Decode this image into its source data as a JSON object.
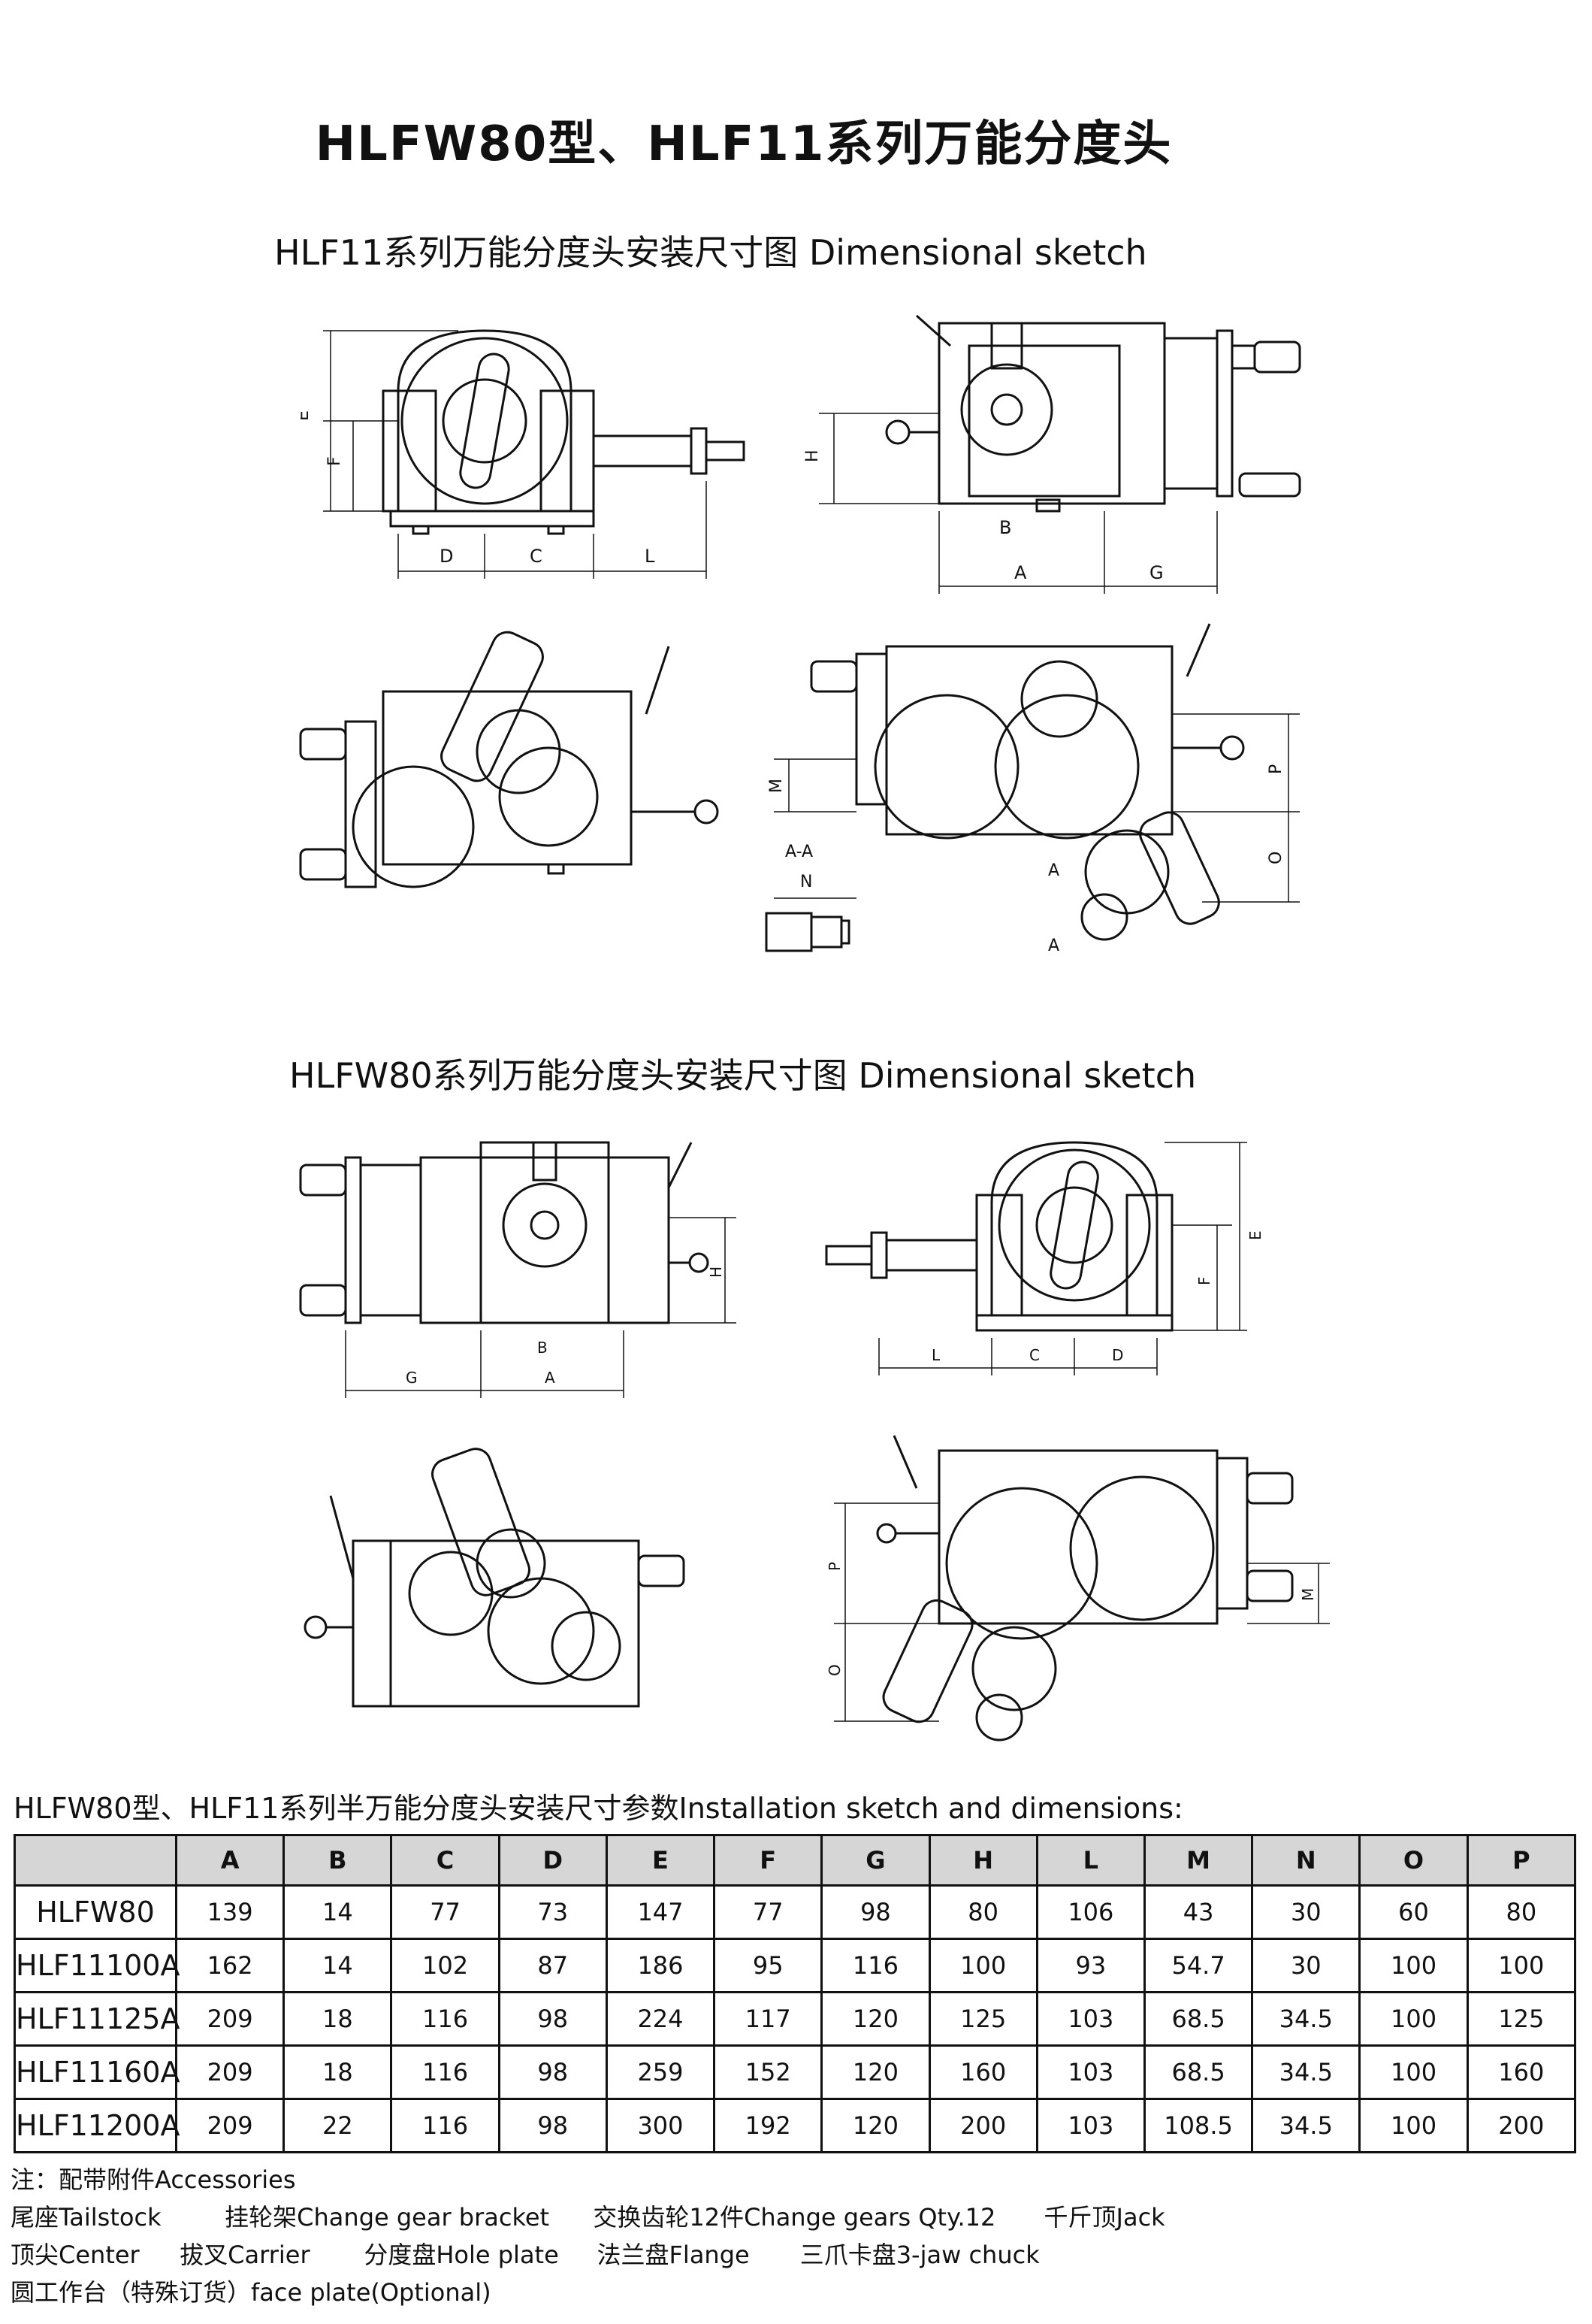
{
  "doc": {
    "title": "HLFW80型、HLF11系列万能分度头",
    "section1_title": "HLF11系列万能分度头安装尺寸图 Dimensional sketch",
    "section2_title": "HLFW80系列万能分度头安装尺寸图 Dimensional sketch",
    "table_title": "HLFW80型、HLF11系列半万能分度头安装尺寸参数Installation sketch and dimensions:"
  },
  "drawing_labels": {
    "A": "A",
    "B": "B",
    "C": "C",
    "D": "D",
    "E": "E",
    "F": "F",
    "G": "G",
    "H": "H",
    "L": "L",
    "M": "M",
    "N": "N",
    "O": "O",
    "P": "P",
    "section": "A-A"
  },
  "table": {
    "headers": [
      "",
      "A",
      "B",
      "C",
      "D",
      "E",
      "F",
      "G",
      "H",
      "L",
      "M",
      "N",
      "O",
      "P"
    ],
    "rows": [
      [
        "HLFW80",
        "139",
        "14",
        "77",
        "73",
        "147",
        "77",
        "98",
        "80",
        "106",
        "43",
        "30",
        "60",
        "80"
      ],
      [
        "HLF11100A",
        "162",
        "14",
        "102",
        "87",
        "186",
        "95",
        "116",
        "100",
        "93",
        "54.7",
        "30",
        "100",
        "100"
      ],
      [
        "HLF11125A",
        "209",
        "18",
        "116",
        "98",
        "224",
        "117",
        "120",
        "125",
        "103",
        "68.5",
        "34.5",
        "100",
        "125"
      ],
      [
        "HLF11160A",
        "209",
        "18",
        "116",
        "98",
        "259",
        "152",
        "120",
        "160",
        "103",
        "68.5",
        "34.5",
        "100",
        "160"
      ],
      [
        "HLF11200A",
        "209",
        "22",
        "116",
        "98",
        "300",
        "192",
        "120",
        "200",
        "103",
        "108.5",
        "34.5",
        "100",
        "200"
      ]
    ]
  },
  "notes": {
    "heading": "注：配带附件Accessories",
    "rows": [
      [
        "尾座Tailstock",
        "挂轮架Change gear bracket",
        "交换齿轮12件Change gears Qty.12",
        "千斤顶Jack"
      ],
      [
        "顶尖Center",
        "拔叉Carrier",
        "分度盘Hole plate",
        "法兰盘Flange",
        "三爪卡盘3-jaw chuck"
      ],
      [
        "圆工作台（特殊订货）face plate(Optional)"
      ]
    ]
  }
}
